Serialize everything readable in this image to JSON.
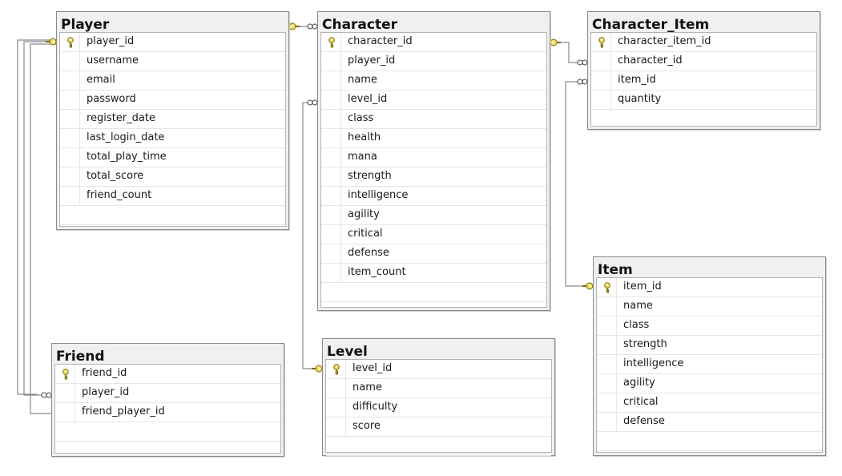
{
  "tables": [
    {
      "name": "Player",
      "columns": [
        {
          "name": "player_id",
          "key": true
        },
        {
          "name": "username",
          "key": false
        },
        {
          "name": "email",
          "key": false
        },
        {
          "name": "password",
          "key": false
        },
        {
          "name": "register_date",
          "key": false
        },
        {
          "name": "last_login_date",
          "key": false
        },
        {
          "name": "total_play_time",
          "key": false
        },
        {
          "name": "total_score",
          "key": false
        },
        {
          "name": "friend_count",
          "key": false
        }
      ]
    },
    {
      "name": "Character",
      "columns": [
        {
          "name": "character_id",
          "key": true
        },
        {
          "name": "player_id",
          "key": false
        },
        {
          "name": "name",
          "key": false
        },
        {
          "name": "level_id",
          "key": false
        },
        {
          "name": "class",
          "key": false
        },
        {
          "name": "health",
          "key": false
        },
        {
          "name": "mana",
          "key": false
        },
        {
          "name": "strength",
          "key": false
        },
        {
          "name": "intelligence",
          "key": false
        },
        {
          "name": "agility",
          "key": false
        },
        {
          "name": "critical",
          "key": false
        },
        {
          "name": "defense",
          "key": false
        },
        {
          "name": "item_count",
          "key": false
        }
      ]
    },
    {
      "name": "Character_Item",
      "columns": [
        {
          "name": "character_item_id",
          "key": true
        },
        {
          "name": "character_id",
          "key": false
        },
        {
          "name": "item_id",
          "key": false
        },
        {
          "name": "quantity",
          "key": false
        }
      ]
    },
    {
      "name": "Item",
      "columns": [
        {
          "name": "item_id",
          "key": true
        },
        {
          "name": "name",
          "key": false
        },
        {
          "name": "class",
          "key": false
        },
        {
          "name": "strength",
          "key": false
        },
        {
          "name": "intelligence",
          "key": false
        },
        {
          "name": "agility",
          "key": false
        },
        {
          "name": "critical",
          "key": false
        },
        {
          "name": "defense",
          "key": false
        }
      ]
    },
    {
      "name": "Friend",
      "columns": [
        {
          "name": "friend_id",
          "key": true
        },
        {
          "name": "player_id",
          "key": false
        },
        {
          "name": "friend_player_id",
          "key": false
        }
      ]
    },
    {
      "name": "Level",
      "columns": [
        {
          "name": "level_id",
          "key": true
        },
        {
          "name": "name",
          "key": false
        },
        {
          "name": "difficulty",
          "key": false
        },
        {
          "name": "score",
          "key": false
        }
      ]
    }
  ],
  "relationships": [
    {
      "one": "Player.player_id",
      "many": "Character.player_id"
    },
    {
      "one": "Player.player_id",
      "many": "Friend.player_id"
    },
    {
      "one": "Player.player_id",
      "many": "Friend.friend_player_id"
    },
    {
      "one": "Character.character_id",
      "many": "Character_Item.character_id"
    },
    {
      "one": "Item.item_id",
      "many": "Character_Item.item_id"
    },
    {
      "one": "Level.level_id",
      "many": "Character.level_id"
    }
  ],
  "colors": {
    "key_fill": "#f2e05a",
    "key_stroke": "#7a6a10",
    "connector": "#8a8a8a"
  }
}
